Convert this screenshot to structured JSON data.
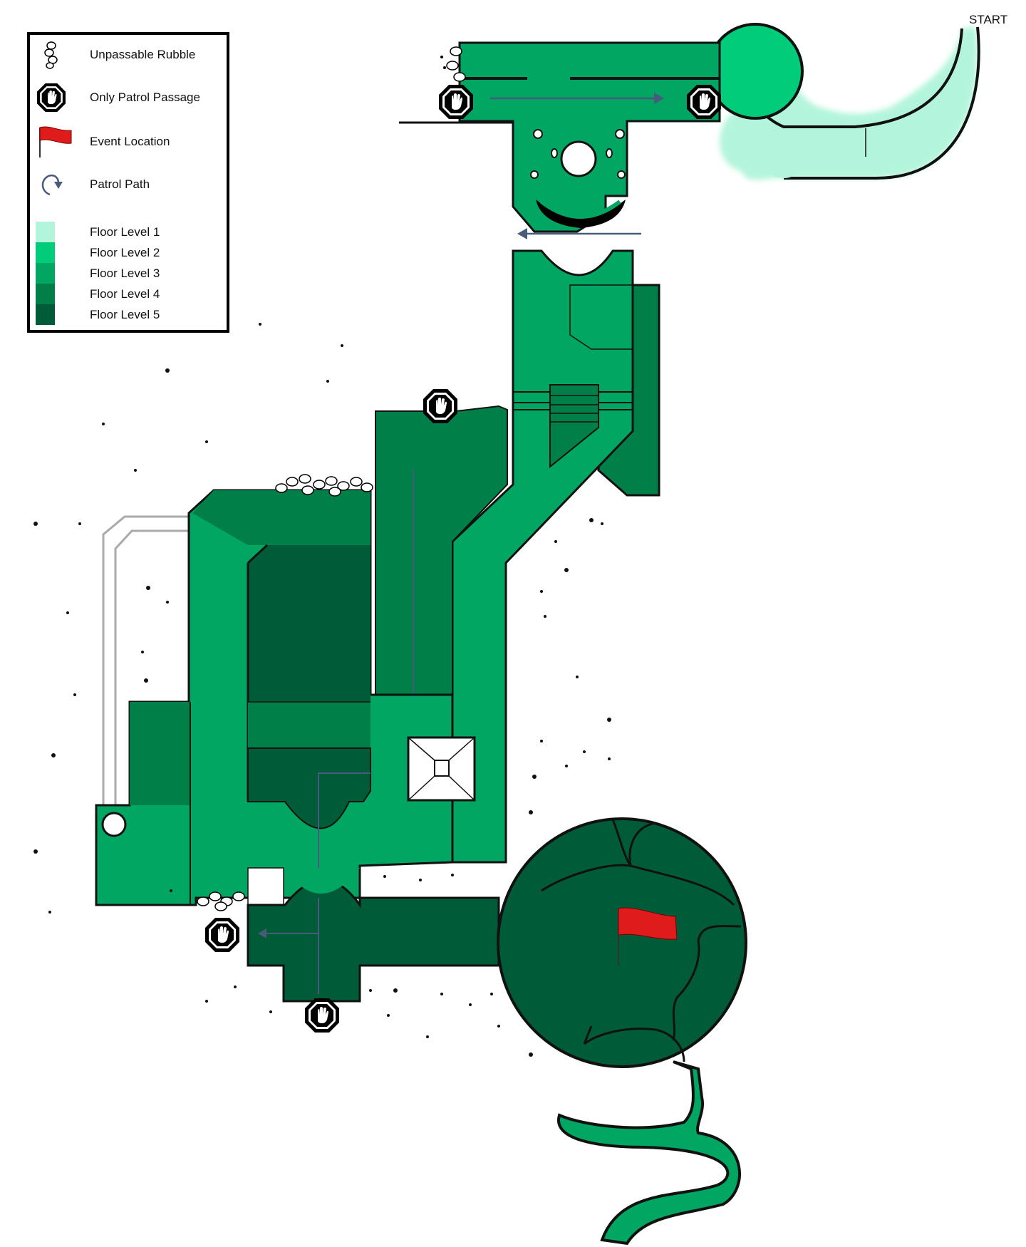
{
  "legend": {
    "rubble_label": "Unpassable Rubble",
    "patrol_passage_label": "Only Patrol Passage",
    "event_label": "Event Location",
    "patrol_path_label": "Patrol Path",
    "floors": [
      {
        "label": "Floor Level 1",
        "color": "#b3f5dc"
      },
      {
        "label": "Floor Level 2",
        "color": "#00cc7a"
      },
      {
        "label": "Floor Level 3",
        "color": "#00a661"
      },
      {
        "label": "Floor Level 4",
        "color": "#007f48"
      },
      {
        "label": "Floor Level 5",
        "color": "#005c38"
      }
    ]
  },
  "start_label": "START",
  "colors": {
    "floor1": "#b3f5dc",
    "floor2": "#00cc7a",
    "floor3": "#00a661",
    "floor4": "#007f48",
    "floor5": "#005c38",
    "flag": "#e01b1b",
    "patrol_arrow": "#4a5a7a",
    "outline": "#111111"
  },
  "icons": [
    "rubble-icon",
    "hand-stop-icon",
    "flag-icon",
    "patrol-path-icon"
  ]
}
